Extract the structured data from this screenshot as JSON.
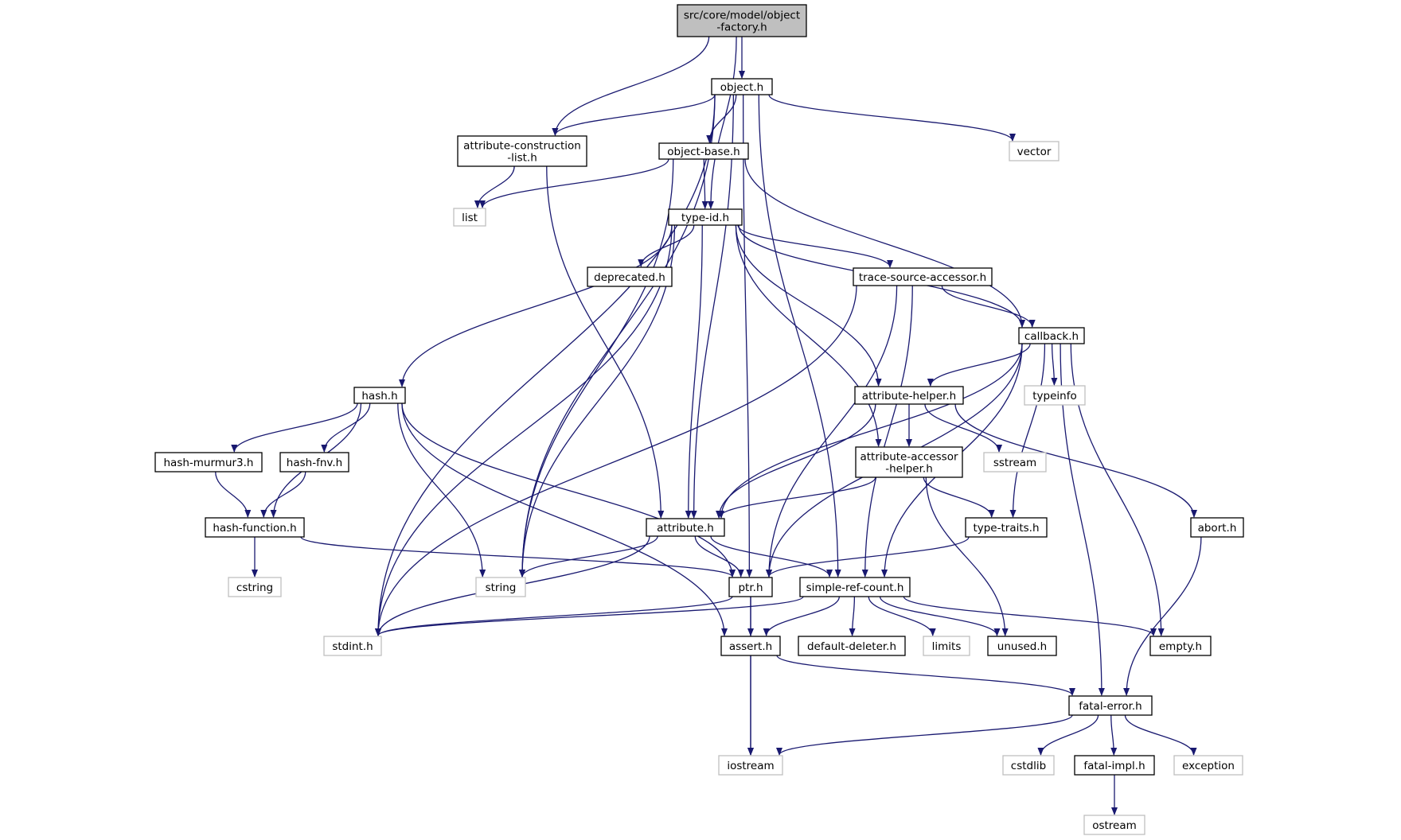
{
  "colors": {
    "edge": "#191970",
    "root_fill": "#bfbfbf",
    "node_border": "#000000",
    "external_border": "#bfbfbf",
    "background": "#ffffff"
  },
  "nodes": [
    {
      "id": "root",
      "lines": [
        "src/core/model/object",
        "-factory.h"
      ],
      "kind": "root"
    },
    {
      "id": "object",
      "lines": [
        "object.h"
      ],
      "kind": "file"
    },
    {
      "id": "acl",
      "lines": [
        "attribute-construction",
        "-list.h"
      ],
      "kind": "file"
    },
    {
      "id": "objbase",
      "lines": [
        "object-base.h"
      ],
      "kind": "file"
    },
    {
      "id": "vector",
      "lines": [
        "vector"
      ],
      "kind": "external"
    },
    {
      "id": "list",
      "lines": [
        "list"
      ],
      "kind": "external"
    },
    {
      "id": "typeid",
      "lines": [
        "type-id.h"
      ],
      "kind": "file"
    },
    {
      "id": "deprecated",
      "lines": [
        "deprecated.h"
      ],
      "kind": "file"
    },
    {
      "id": "tsa",
      "lines": [
        "trace-source-accessor.h"
      ],
      "kind": "file"
    },
    {
      "id": "callback",
      "lines": [
        "callback.h"
      ],
      "kind": "file"
    },
    {
      "id": "typeinfo",
      "lines": [
        "typeinfo"
      ],
      "kind": "external"
    },
    {
      "id": "hash",
      "lines": [
        "hash.h"
      ],
      "kind": "file"
    },
    {
      "id": "athelper",
      "lines": [
        "attribute-helper.h"
      ],
      "kind": "file"
    },
    {
      "id": "murmur",
      "lines": [
        "hash-murmur3.h"
      ],
      "kind": "file"
    },
    {
      "id": "fnv",
      "lines": [
        "hash-fnv.h"
      ],
      "kind": "file"
    },
    {
      "id": "aah",
      "lines": [
        "attribute-accessor",
        "-helper.h"
      ],
      "kind": "file"
    },
    {
      "id": "sstream",
      "lines": [
        "sstream"
      ],
      "kind": "external"
    },
    {
      "id": "hashfunc",
      "lines": [
        "hash-function.h"
      ],
      "kind": "file"
    },
    {
      "id": "attribute",
      "lines": [
        "attribute.h"
      ],
      "kind": "file"
    },
    {
      "id": "typetraits",
      "lines": [
        "type-traits.h"
      ],
      "kind": "file"
    },
    {
      "id": "abort",
      "lines": [
        "abort.h"
      ],
      "kind": "file"
    },
    {
      "id": "cstring",
      "lines": [
        "cstring"
      ],
      "kind": "external"
    },
    {
      "id": "string",
      "lines": [
        "string"
      ],
      "kind": "external"
    },
    {
      "id": "ptr",
      "lines": [
        "ptr.h"
      ],
      "kind": "file"
    },
    {
      "id": "srcount",
      "lines": [
        "simple-ref-count.h"
      ],
      "kind": "file"
    },
    {
      "id": "stdint",
      "lines": [
        "stdint.h"
      ],
      "kind": "external"
    },
    {
      "id": "assert",
      "lines": [
        "assert.h"
      ],
      "kind": "file"
    },
    {
      "id": "defdel",
      "lines": [
        "default-deleter.h"
      ],
      "kind": "file"
    },
    {
      "id": "limits",
      "lines": [
        "limits"
      ],
      "kind": "external"
    },
    {
      "id": "unused",
      "lines": [
        "unused.h"
      ],
      "kind": "file"
    },
    {
      "id": "empty",
      "lines": [
        "empty.h"
      ],
      "kind": "file"
    },
    {
      "id": "fatalerror",
      "lines": [
        "fatal-error.h"
      ],
      "kind": "file"
    },
    {
      "id": "iostream",
      "lines": [
        "iostream"
      ],
      "kind": "external"
    },
    {
      "id": "cstdlib",
      "lines": [
        "cstdlib"
      ],
      "kind": "external"
    },
    {
      "id": "fatalimpl",
      "lines": [
        "fatal-impl.h"
      ],
      "kind": "file"
    },
    {
      "id": "exception",
      "lines": [
        "exception"
      ],
      "kind": "external"
    },
    {
      "id": "ostream",
      "lines": [
        "ostream"
      ],
      "kind": "external"
    }
  ],
  "edges": [
    [
      "root",
      "object"
    ],
    [
      "root",
      "acl"
    ],
    [
      "root",
      "typeid"
    ],
    [
      "object",
      "acl"
    ],
    [
      "object",
      "objbase"
    ],
    [
      "object",
      "vector"
    ],
    [
      "object",
      "string"
    ],
    [
      "object",
      "stdint"
    ],
    [
      "object",
      "attribute"
    ],
    [
      "object",
      "ptr"
    ],
    [
      "object",
      "srcount"
    ],
    [
      "acl",
      "list"
    ],
    [
      "acl",
      "attribute"
    ],
    [
      "objbase",
      "list"
    ],
    [
      "objbase",
      "typeid"
    ],
    [
      "objbase",
      "string"
    ],
    [
      "objbase",
      "callback"
    ],
    [
      "typeid",
      "deprecated"
    ],
    [
      "typeid",
      "tsa"
    ],
    [
      "typeid",
      "callback"
    ],
    [
      "typeid",
      "hash"
    ],
    [
      "typeid",
      "athelper"
    ],
    [
      "typeid",
      "aah"
    ],
    [
      "typeid",
      "attribute"
    ],
    [
      "typeid",
      "string"
    ],
    [
      "typeid",
      "stdint"
    ],
    [
      "tsa",
      "callback"
    ],
    [
      "tsa",
      "ptr"
    ],
    [
      "tsa",
      "srcount"
    ],
    [
      "tsa",
      "stdint"
    ],
    [
      "callback",
      "typeinfo"
    ],
    [
      "callback",
      "athelper"
    ],
    [
      "callback",
      "typetraits"
    ],
    [
      "callback",
      "attribute"
    ],
    [
      "callback",
      "ptr"
    ],
    [
      "callback",
      "srcount"
    ],
    [
      "callback",
      "empty"
    ],
    [
      "callback",
      "fatalerror"
    ],
    [
      "hash",
      "murmur"
    ],
    [
      "hash",
      "fnv"
    ],
    [
      "hash",
      "hashfunc"
    ],
    [
      "hash",
      "string"
    ],
    [
      "hash",
      "ptr"
    ],
    [
      "hash",
      "assert"
    ],
    [
      "athelper",
      "aah"
    ],
    [
      "athelper",
      "sstream"
    ],
    [
      "athelper",
      "abort"
    ],
    [
      "athelper",
      "attribute"
    ],
    [
      "murmur",
      "hashfunc"
    ],
    [
      "fnv",
      "hashfunc"
    ],
    [
      "aah",
      "attribute"
    ],
    [
      "aah",
      "typetraits"
    ],
    [
      "aah",
      "unused"
    ],
    [
      "hashfunc",
      "cstring"
    ],
    [
      "hashfunc",
      "ptr"
    ],
    [
      "attribute",
      "string"
    ],
    [
      "attribute",
      "ptr"
    ],
    [
      "attribute",
      "srcount"
    ],
    [
      "attribute",
      "stdint"
    ],
    [
      "typetraits",
      "ptr"
    ],
    [
      "abort",
      "fatalerror"
    ],
    [
      "ptr",
      "assert"
    ],
    [
      "ptr",
      "iostream"
    ],
    [
      "ptr",
      "stdint"
    ],
    [
      "srcount",
      "stdint"
    ],
    [
      "srcount",
      "assert"
    ],
    [
      "srcount",
      "defdel"
    ],
    [
      "srcount",
      "limits"
    ],
    [
      "srcount",
      "unused"
    ],
    [
      "srcount",
      "empty"
    ],
    [
      "assert",
      "iostream"
    ],
    [
      "assert",
      "fatalerror"
    ],
    [
      "fatalerror",
      "iostream"
    ],
    [
      "fatalerror",
      "cstdlib"
    ],
    [
      "fatalerror",
      "fatalimpl"
    ],
    [
      "fatalerror",
      "exception"
    ],
    [
      "fatalimpl",
      "ostream"
    ]
  ]
}
